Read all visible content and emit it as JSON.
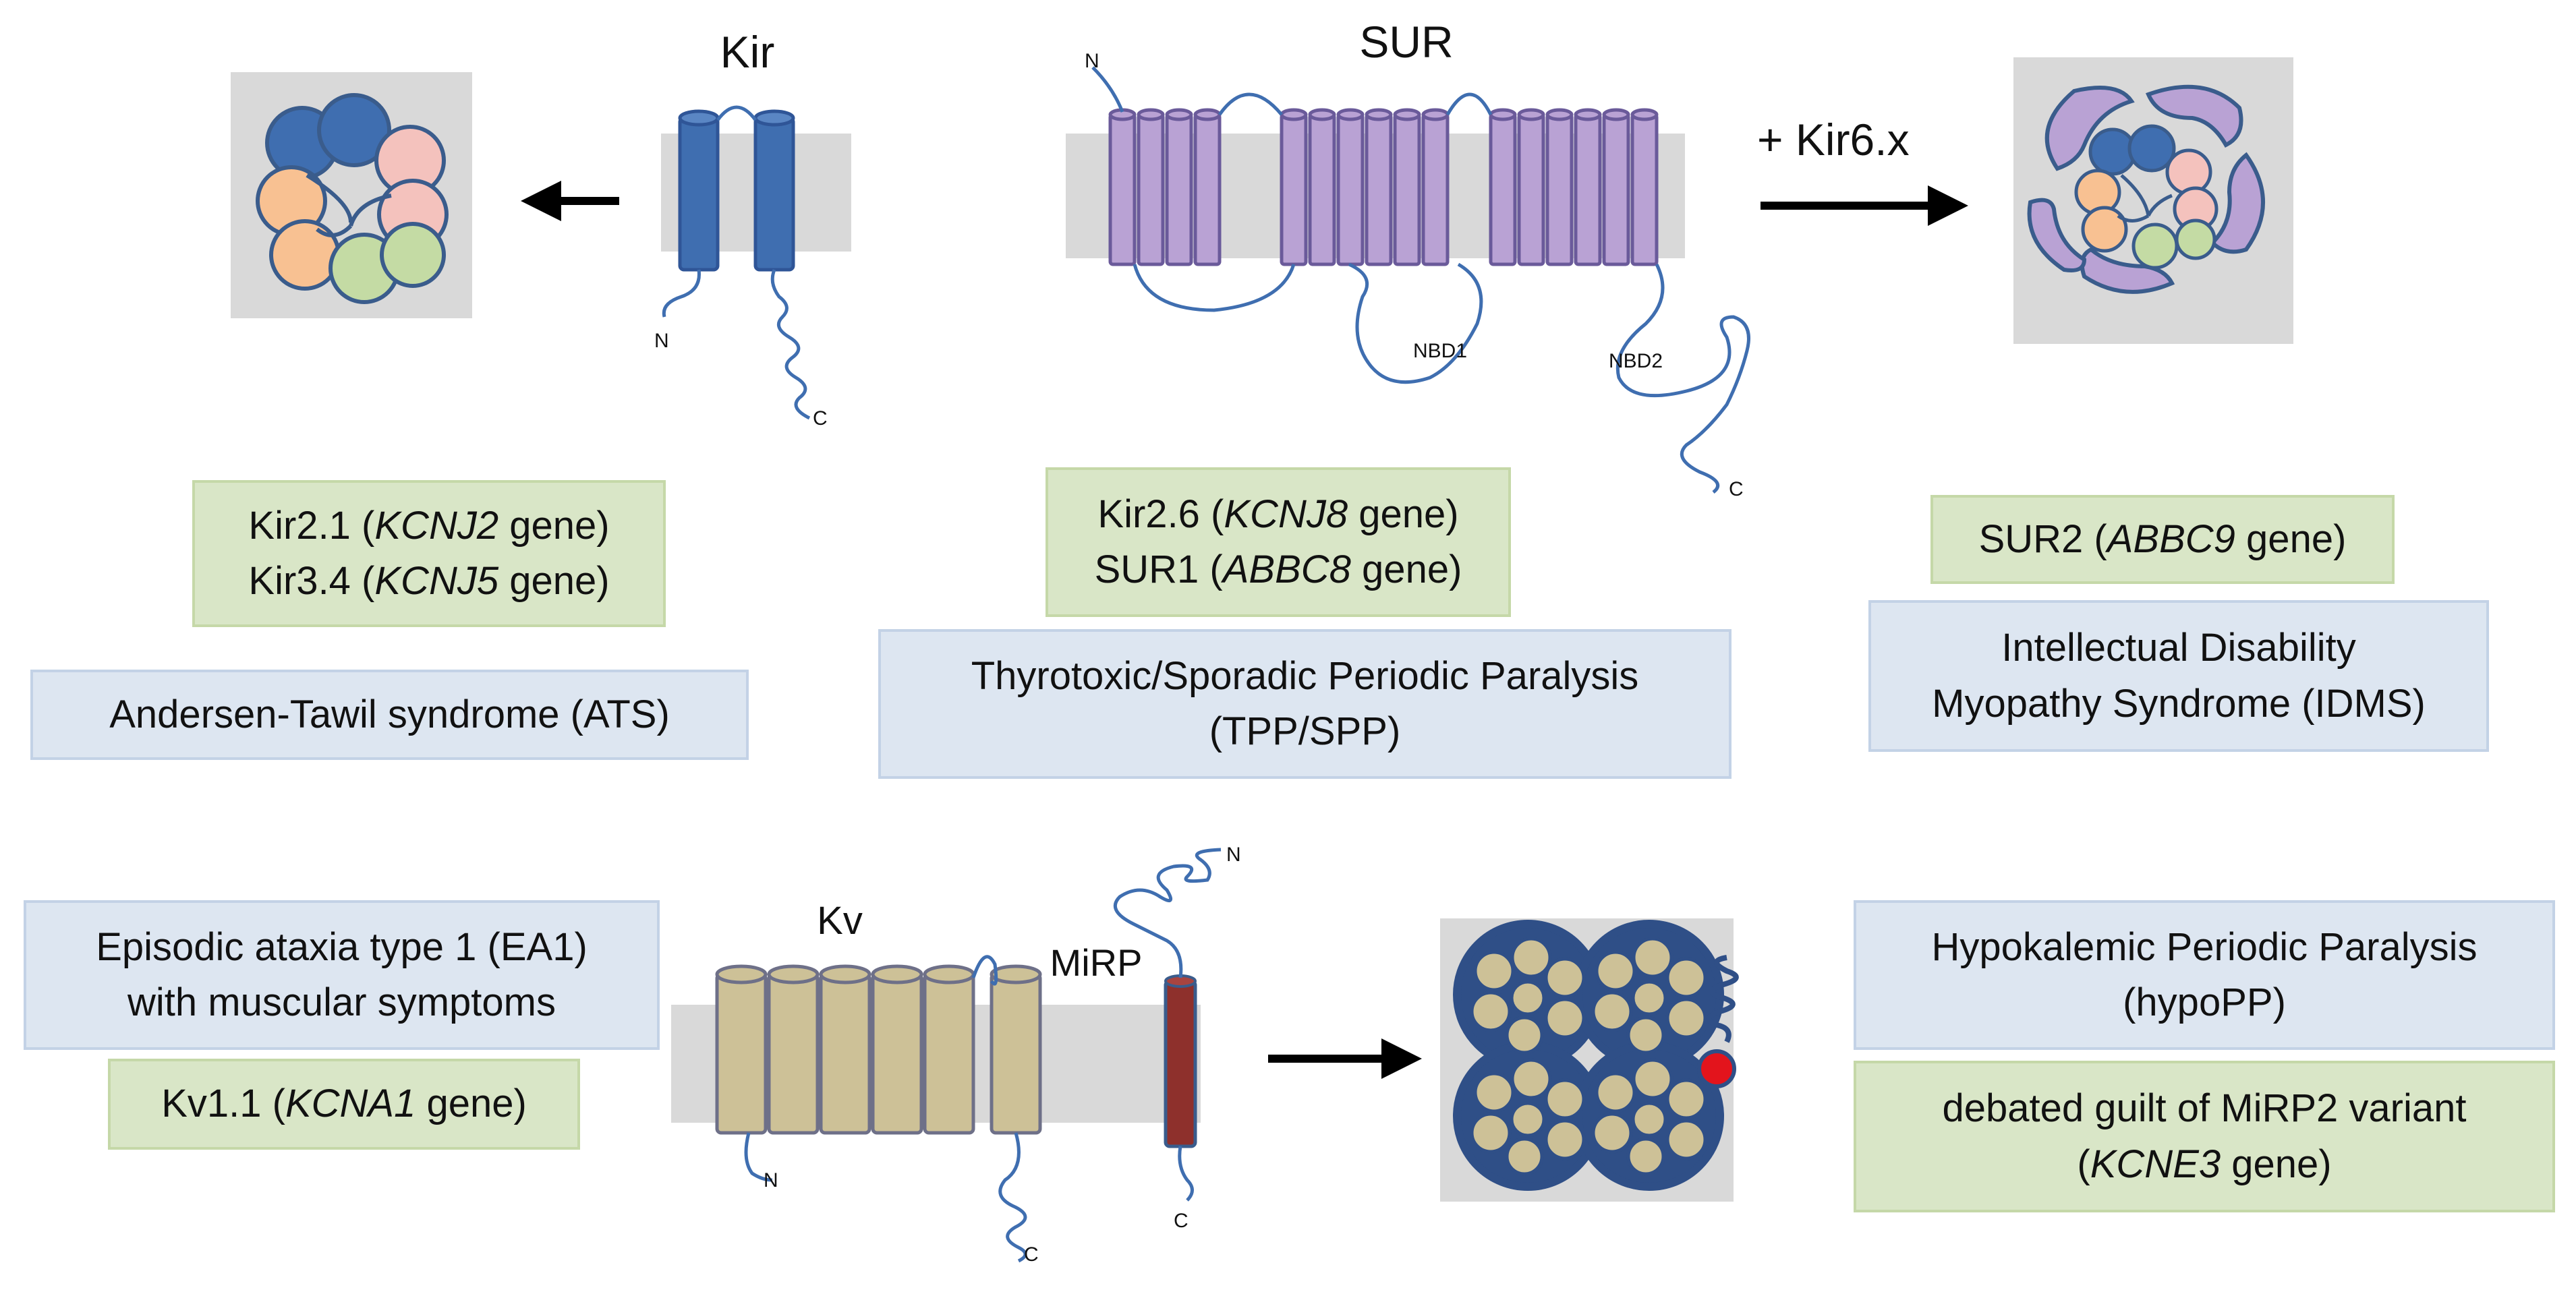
{
  "labels": {
    "kir": "Kir",
    "sur": "SUR",
    "kir6x": "+ Kir6.x",
    "kv": "Kv",
    "mirp": "MiRP",
    "n": "N",
    "c": "C",
    "nbd1": "NBD1",
    "nbd2": "NBD2"
  },
  "boxes": {
    "kir_genes": {
      "line1": {
        "pre": "Kir2.1 (",
        "gene": "KCNJ2",
        "post": " gene)"
      },
      "line2": {
        "pre": "Kir3.4 (",
        "gene": "KCNJ5",
        "post": " gene)"
      }
    },
    "ats": {
      "line1": "Andersen-Tawil syndrome (ATS)"
    },
    "kir26_genes": {
      "line1": {
        "pre": "Kir2.6 (",
        "gene": "KCNJ8",
        "post": " gene)"
      },
      "line2": {
        "pre": "SUR1 (",
        "gene": "ABBC8",
        "post": " gene)"
      }
    },
    "tpp": {
      "line1": "Thyrotoxic/Sporadic Periodic Paralysis",
      "line2": "(TPP/SPP)"
    },
    "sur2_gene": {
      "line1": {
        "pre": "SUR2 (",
        "gene": "ABBC9",
        "post": " gene)"
      }
    },
    "idms": {
      "line1": "Intellectual Disability",
      "line2": "Myopathy Syndrome (IDMS)"
    },
    "ea1": {
      "line1": "Episodic ataxia type 1 (EA1)",
      "line2": "with muscular symptoms"
    },
    "kv11_gene": {
      "line1": {
        "pre": "Kv1.1 (",
        "gene": "KCNA1",
        "post": " gene)"
      }
    },
    "hypopp": {
      "line1": "Hypokalemic Periodic Paralysis",
      "line2": "(hypoPP)"
    },
    "mirp2": {
      "line1": "debated guilt of MiRP2 variant",
      "line2": {
        "pre": "(",
        "gene": "KCNE3",
        "post": " gene)"
      }
    }
  },
  "colors": {
    "kir_blue": "#3f6eb0",
    "sur_purple": "#b9a2d4",
    "kv_tan": "#cdc197",
    "mirp_red": "#8e302c",
    "membrane_gray": "#d9d9d9",
    "green_box": "#d9e6c7",
    "blue_box": "#dde6f1",
    "outline": "#3a5c8c",
    "highlight_red": "#e3141c"
  },
  "icons": [
    "kir-channel-icon",
    "sur-transporter-icon",
    "kv-channel-icon",
    "mirp-subunit-icon",
    "arrow-left-icon",
    "arrow-right-icon"
  ]
}
